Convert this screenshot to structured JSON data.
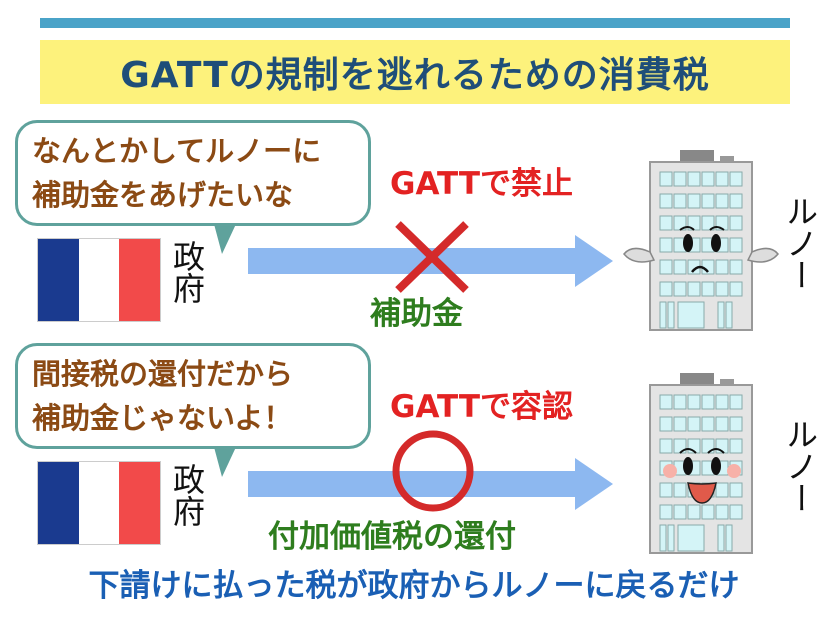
{
  "title": "GATTの規制を逃れるための消費税",
  "scene1": {
    "bubble_lines": [
      "なんとかしてルノーに",
      "補助金をあげたいな"
    ],
    "government_label": "政府",
    "verdict": "GATTで禁止",
    "arrow_label": "補助金",
    "mark": "cross-icon",
    "company_label": "ルノー",
    "building_face": "troubled"
  },
  "scene2": {
    "bubble_lines": [
      "間接税の還付だから",
      "補助金じゃないよ！"
    ],
    "government_label": "政府",
    "verdict": "GATTで容認",
    "arrow_label": "付加価値税の還付",
    "mark": "circle-icon",
    "company_label": "ルノー",
    "building_face": "happy"
  },
  "footer": "下請けに払った税が政府からルノーに戻るだけ",
  "colors": {
    "title": "#1f4e79",
    "banner": "#fdf27c",
    "verdict": "#e32222",
    "arrow_label": "#2e7d1e",
    "arrow": "#8db8f0",
    "footer": "#1a5fb4"
  }
}
